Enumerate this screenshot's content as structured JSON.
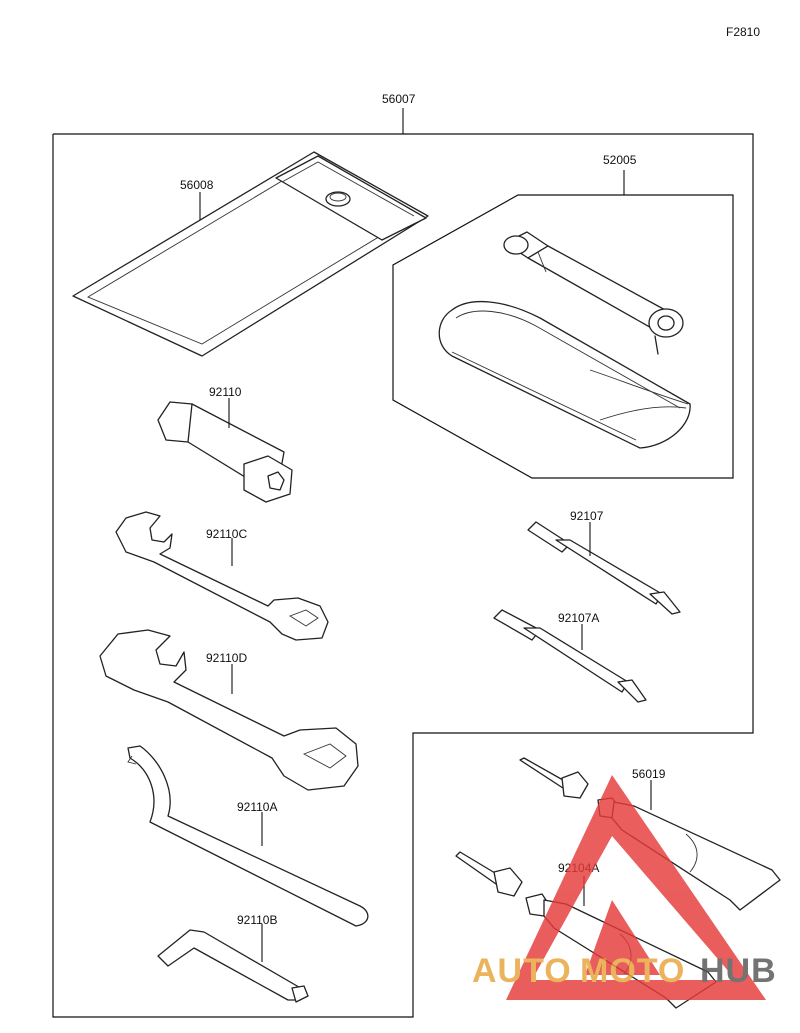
{
  "figure_code": "F2810",
  "parts": {
    "tool_kit": "56007",
    "tool_bag": "56008",
    "pump_kit": "52005",
    "plug_wrench": "92110",
    "wrench_c": "92110C",
    "wrench_d": "92110D",
    "hook_wrench": "92110A",
    "hex_key": "92110B",
    "screwdriver": "92107",
    "screwdriver_a": "92107A",
    "repair_tube": "56019",
    "tire_valve": "92104A"
  },
  "watermark": {
    "part1": "AUTO",
    "part2": "MOTO",
    "part3": "HUB",
    "color_primary": "#e8a33a",
    "color_secondary": "#555555",
    "color_triangle": "#e63a3a"
  }
}
